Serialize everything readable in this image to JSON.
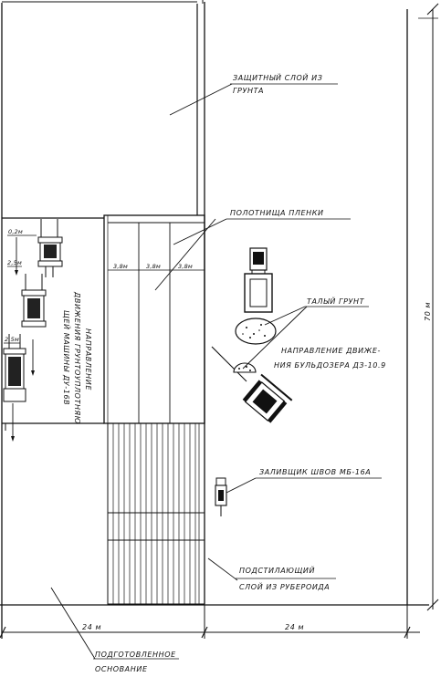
{
  "labels": {
    "protective_layer_l1": "ЗАЩИТНЫЙ СЛОЙ ИЗ",
    "protective_layer_l2": "ГРУНТА",
    "film_panels": "ПОЛОТНИЩА ПЛЕНКИ",
    "thawed_soil": "ТАЛЫЙ ГРУНТ",
    "bulldozer_dir_l1": "НАПРАВЛЕНИЕ ДВИЖЕ-",
    "bulldozer_dir_l2": "НИЯ БУЛЬДОЗЕРА ДЗ-10.9",
    "seam_sealer": "ЗАЛИВЩИК ШВОВ МБ-16А",
    "underlay_l1": "ПОДСТИЛАЮЩИЙ",
    "underlay_l2": "СЛОЙ ИЗ РУБЕРОИДА",
    "prepared_base_l1": "ПОДГОТОВЛЕННОЕ",
    "prepared_base_l2": "ОСНОВАНИЕ",
    "compactor_dir_l1": "НАПРАВЛЕНИЕ",
    "compactor_dir_l2": "ДВИЖЕНИЯ ГРУНТОУПЛОТНЯЮ",
    "compactor_dir_l3": "ЩЕЙ МАШИНЫ ДУ-16В"
  },
  "dimensions": {
    "panel_w1": "3,8м",
    "panel_w2": "3,8м",
    "panel_w3": "3,8м",
    "small_1": "0,2м",
    "small_2": "2,5м",
    "small_3": "2,5м",
    "width_left": "24 м",
    "width_right": "24 м",
    "length": "70 м"
  },
  "icons": {
    "bulldozer_top": "bulldozer-icon",
    "bulldozer_moving": "bulldozer-icon",
    "soil_pile": "soil-pile-icon",
    "sealer": "seam-sealer-machine-icon",
    "compactor": "soil-compactor-icon"
  }
}
